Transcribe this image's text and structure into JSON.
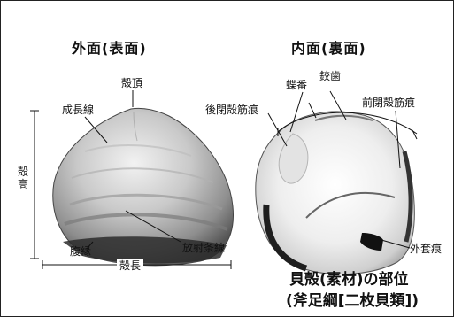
{
  "titles": {
    "exterior": "外面(表面)",
    "interior": "内面(裏面)"
  },
  "exterior_labels": {
    "umbo": "殻頂",
    "growth_line": "成長線",
    "shell_height": "殻高",
    "ventral_margin": "腹縁",
    "radial_ribs": "放射条線",
    "shell_length": "殻長"
  },
  "interior_labels": {
    "ligament": "蝶番",
    "hinge_teeth": "鉸歯",
    "posterior_adductor_scar": "後閉殻筋痕",
    "anterior_adductor_scar": "前閉殻筋痕",
    "pallial_line": "外套痕"
  },
  "caption": {
    "line1": "貝殻(素材)の部位",
    "line2": "(斧足綱[二枚貝類])"
  }
}
